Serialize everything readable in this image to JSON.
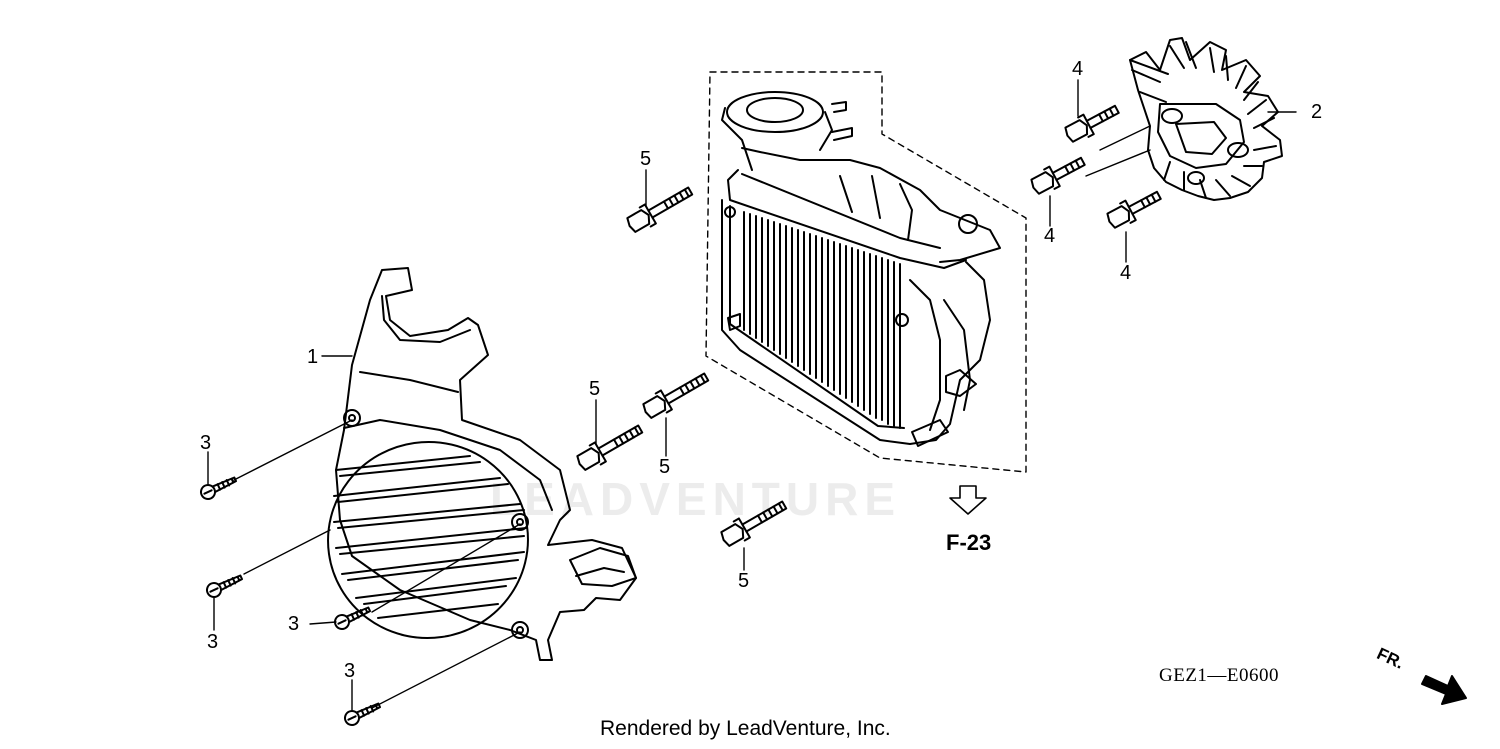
{
  "diagram": {
    "part_labels": {
      "cover": "1",
      "fan": "2",
      "screw_a": "3",
      "screw_b": "3",
      "screw_c": "3",
      "screw_d": "3",
      "bolt4_a": "4",
      "bolt4_b": "4",
      "bolt4_c": "4",
      "bolt5_a": "5",
      "bolt5_b": "5",
      "bolt5_c": "5",
      "bolt5_d": "5"
    },
    "reference": "F-23",
    "diagram_code": "GEZ1—E0600",
    "front_indicator": "FR.",
    "watermark": "LEADVENTURE",
    "credit": "Rendered by LeadVenture, Inc."
  }
}
